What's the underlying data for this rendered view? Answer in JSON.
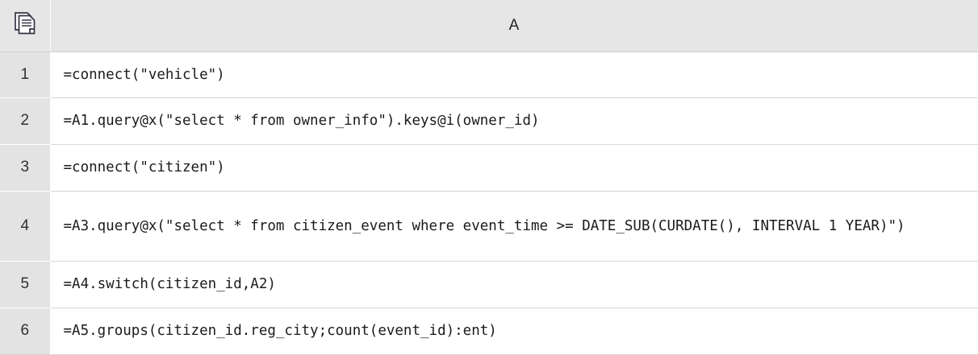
{
  "grid": {
    "corner_icon": "documents-icon",
    "columns": [
      {
        "label": "A"
      }
    ],
    "rows": [
      {
        "number": "1",
        "formula": "=connect(\"vehicle\")"
      },
      {
        "number": "2",
        "formula": "=A1.query@x(\"select * from owner_info\").keys@i(owner_id)"
      },
      {
        "number": "3",
        "formula": "=connect(\"citizen\")"
      },
      {
        "number": "4",
        "formula": "=A3.query@x(\"select * from citizen_event where event_time >= DATE_SUB(CURDATE(), INTERVAL 1 YEAR)\")"
      },
      {
        "number": "5",
        "formula": "=A4.switch(citizen_id,A2)"
      },
      {
        "number": "6",
        "formula": "=A5.groups(citizen_id.reg_city;count(event_id):ent)"
      }
    ]
  },
  "colors": {
    "header_background": "#e6e6e6",
    "row_header_background": "#e3e3e3",
    "cell_background": "#ffffff",
    "grid_line": "#d7d7d7",
    "text": "#1b1b1b",
    "icon_stroke": "#333344"
  }
}
